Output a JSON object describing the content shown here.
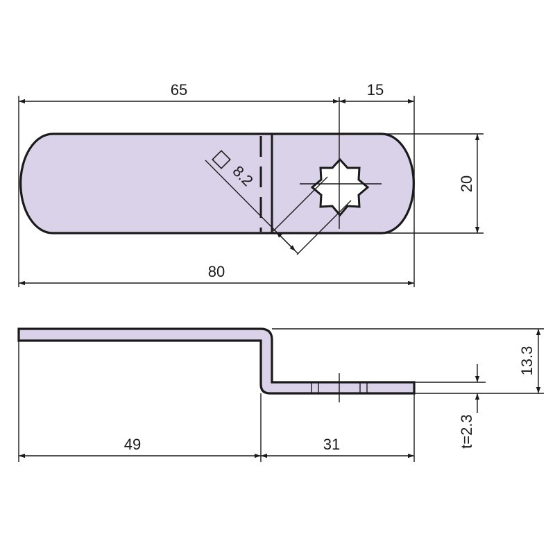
{
  "top_view": {
    "dims": {
      "overall_length": "80",
      "hole_position": "65",
      "hole_to_end": "15",
      "width": "20",
      "square_hole": "8.2"
    }
  },
  "side_view": {
    "dims": {
      "long_leg": "49",
      "short_leg": "31",
      "height": "13.3",
      "thickness": "t=2.3"
    }
  },
  "colors": {
    "part_fill": "#d9d2e8",
    "line": "#1a1a1a"
  }
}
